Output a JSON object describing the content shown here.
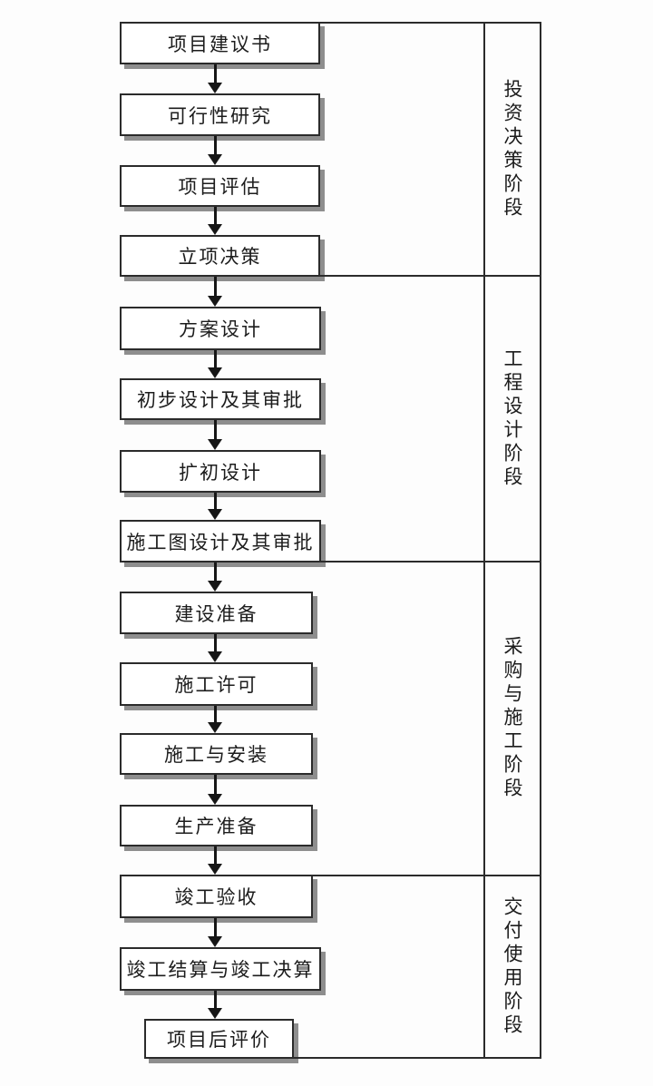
{
  "diagram": {
    "type": "flowchart",
    "colors": {
      "background": "#fdfdfd",
      "box_fill": "#ffffff",
      "line": "#2b2b2b",
      "shadow": "#8e8e8e",
      "text": "#1c1c1c"
    },
    "stages": [
      {
        "label": "投资决策阶段",
        "steps": [
          "项目建议书",
          "可行性研究",
          "项目评估",
          "立项决策"
        ]
      },
      {
        "label": "工程设计阶段",
        "steps": [
          "方案设计",
          "初步设计及其审批",
          "扩初设计",
          "施工图设计及其审批"
        ]
      },
      {
        "label": "采购与施工阶段",
        "steps": [
          "建设准备",
          "施工许可",
          "施工与安装",
          "生产准备"
        ]
      },
      {
        "label": "交付使用阶段",
        "steps": [
          "竣工验收",
          "竣工结算与竣工决算",
          "项目后评价"
        ]
      }
    ]
  }
}
